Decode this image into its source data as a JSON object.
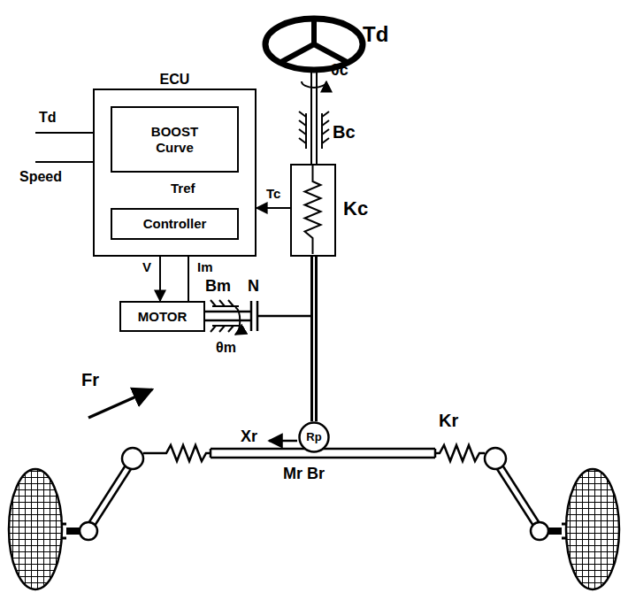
{
  "diagram": {
    "nodes": [
      {
        "text": [
          "ECU"
        ]
      },
      {
        "text": [
          "BOOST Curve"
        ],
        "in": 0
      },
      {
        "text": [
          "Controller"
        ],
        "in": 0
      },
      {
        "text": [
          "MOTOR"
        ]
      },
      {
        "text": [
          "Kc"
        ]
      },
      {
        "text": [
          "Rp"
        ]
      }
    ],
    "edges": [
      {
        "from": 1,
        "to": 2,
        "arrow": "to",
        "label": "Tref"
      },
      {
        "from": 4,
        "to": 0,
        "arrow": "to",
        "label": "Tc"
      },
      {
        "from": 2,
        "to": 3,
        "arrow": "to",
        "label": "V"
      },
      {
        "from": 3,
        "to": 2,
        "arrow": "to",
        "label": "Im"
      },
      {
        "from": 4,
        "to": 5,
        "arrow": "none"
      }
    ],
    "labels": [
      "Td",
      "θc",
      "Bc",
      "Td",
      "Speed",
      "Bm",
      "N",
      "θm",
      "Fr",
      "Xr",
      "Kr",
      "Mr Br"
    ]
  }
}
